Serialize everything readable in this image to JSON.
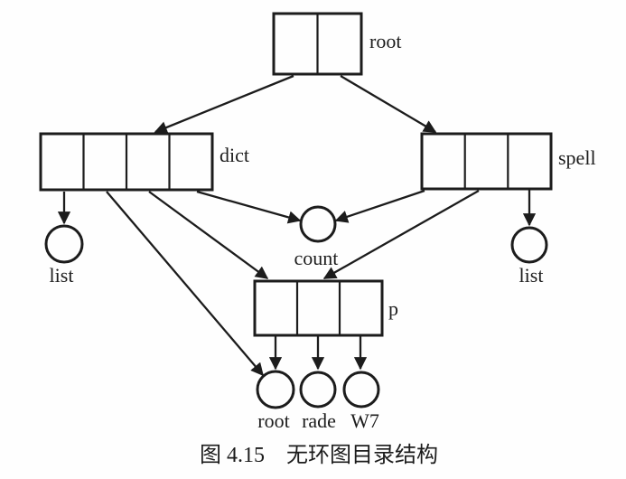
{
  "figure": {
    "caption": "图 4.15　无环图目录结构",
    "nodes": {
      "root_dir": {
        "label": "root",
        "type": "directory-table",
        "cells": 2
      },
      "dict_dir": {
        "label": "dict",
        "type": "directory-table",
        "cells": 4
      },
      "spell_dir": {
        "label": "spell",
        "type": "directory-table",
        "cells": 3
      },
      "p_dir": {
        "label": "p",
        "type": "directory-table",
        "cells": 3
      },
      "list_left": {
        "label": "list",
        "type": "file-circle"
      },
      "count": {
        "label": "count",
        "type": "file-circle"
      },
      "list_right": {
        "label": "list",
        "type": "file-circle"
      },
      "file_root": {
        "label": "root",
        "type": "file-circle"
      },
      "file_rade": {
        "label": "rade",
        "type": "file-circle"
      },
      "file_w7": {
        "label": "W7",
        "type": "file-circle"
      }
    },
    "edges": [
      {
        "from": "root_dir",
        "to": "dict_dir"
      },
      {
        "from": "root_dir",
        "to": "spell_dir"
      },
      {
        "from": "dict_dir",
        "to": "list_left"
      },
      {
        "from": "dict_dir",
        "to": "count"
      },
      {
        "from": "dict_dir",
        "to": "p_dir"
      },
      {
        "from": "dict_dir",
        "to": "file_root"
      },
      {
        "from": "spell_dir",
        "to": "count"
      },
      {
        "from": "spell_dir",
        "to": "p_dir"
      },
      {
        "from": "spell_dir",
        "to": "list_right"
      },
      {
        "from": "p_dir",
        "to": "file_root"
      },
      {
        "from": "p_dir",
        "to": "file_rade"
      },
      {
        "from": "p_dir",
        "to": "file_w7"
      }
    ],
    "colors": {
      "line": "#1c1c1c",
      "text": "#1c1c1c",
      "background": "#fefefe"
    }
  }
}
